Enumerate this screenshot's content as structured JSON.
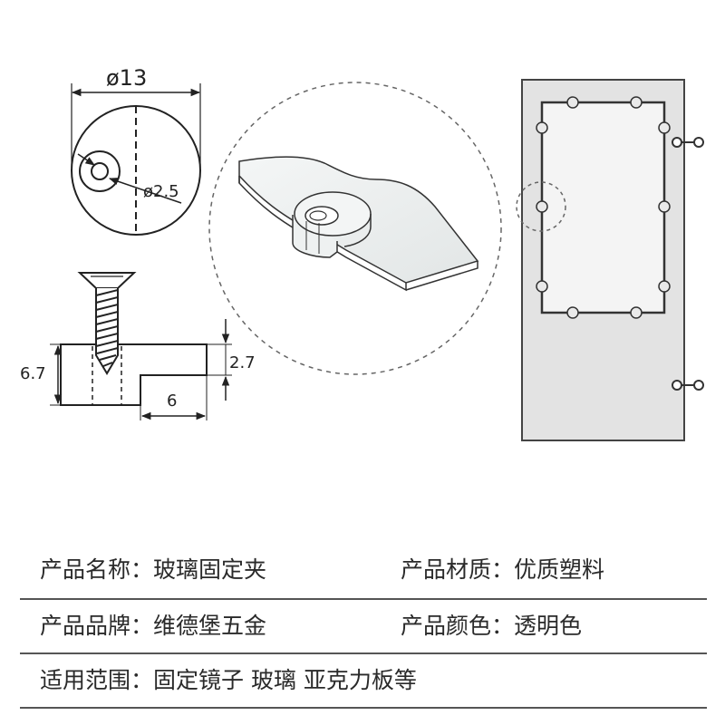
{
  "dimensions": {
    "diameter_outer": "ø13",
    "diameter_hole": "ø2.5",
    "height": "6.7",
    "slot_height": "2.7",
    "slot_depth": "6"
  },
  "specs": {
    "product_name": "产品名称：玻璃固定夹",
    "material": "产品材质：优质塑料",
    "brand": "产品品牌：维德堡五金",
    "color": "产品颜色：透明色",
    "usage": "适用范围：固定镜子 玻璃 亚克力板等"
  }
}
